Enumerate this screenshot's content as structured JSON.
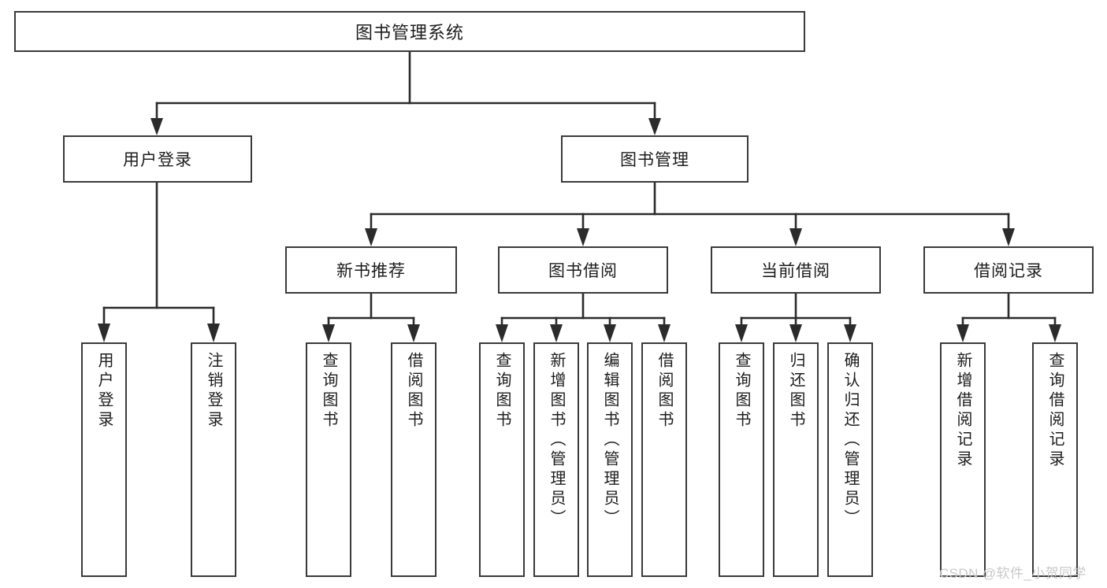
{
  "diagram": {
    "title": "图书管理系统",
    "type": "functional-structure-tree",
    "root": {
      "label": "图书管理系统"
    },
    "level2": [
      {
        "id": "user-login",
        "label": "用户登录"
      },
      {
        "id": "book-manage",
        "label": "图书管理"
      }
    ],
    "level3": [
      {
        "id": "new-book-recommend",
        "label": "新书推荐"
      },
      {
        "id": "book-borrow",
        "label": "图书借阅"
      },
      {
        "id": "current-borrow",
        "label": "当前借阅"
      },
      {
        "id": "borrow-record",
        "label": "借阅记录"
      }
    ],
    "leaves": {
      "user_login": [
        {
          "id": "leaf-user-login",
          "label": "用户登录"
        },
        {
          "id": "leaf-logout-login",
          "label": "注销登录"
        }
      ],
      "new_book_recommend": [
        {
          "id": "leaf-query-book-1",
          "label": "查询图书"
        },
        {
          "id": "leaf-borrow-book-1",
          "label": "借阅图书"
        }
      ],
      "book_borrow": [
        {
          "id": "leaf-query-book-2",
          "label": "查询图书"
        },
        {
          "id": "leaf-add-book",
          "label": "新增图书（管理员）"
        },
        {
          "id": "leaf-edit-book",
          "label": "编辑图书（管理员）"
        },
        {
          "id": "leaf-borrow-book-2",
          "label": "借阅图书"
        }
      ],
      "current_borrow": [
        {
          "id": "leaf-query-book-3",
          "label": "查询图书"
        },
        {
          "id": "leaf-return-book",
          "label": "归还图书"
        },
        {
          "id": "leaf-confirm-return",
          "label": "确认归还（管理员）"
        }
      ],
      "borrow_record": [
        {
          "id": "leaf-add-record",
          "label": "新增借阅记录"
        },
        {
          "id": "leaf-query-record",
          "label": "查询借阅记录"
        }
      ]
    },
    "watermark": "CSDN @软件_小贺同学",
    "colors": {
      "stroke": "#3a3a3a",
      "wire": "#2b2b2b",
      "text": "#1d1d1d",
      "background": "#ffffff",
      "watermark": "#c9c9c9"
    }
  }
}
